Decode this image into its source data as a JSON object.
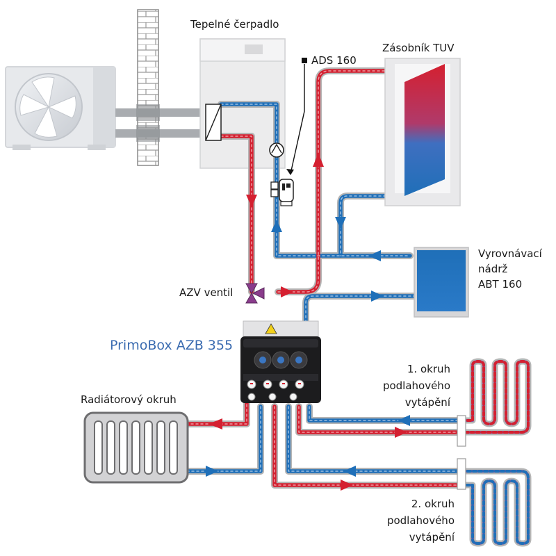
{
  "labels": {
    "heat_pump": "Tepelné čerpadlo",
    "ads": "ADS 160",
    "tank": "Zásobník TUV",
    "buffer_line1": "Vyrovnávací",
    "buffer_line2": "nádrž",
    "buffer_line3": "ABT 160",
    "azv": "AZV ventil",
    "primobox": "PrimoBox AZB 355",
    "radiator": "Radiátorový okruh",
    "floor1_line1": "1. okruh",
    "floor1_line2": "podlahového",
    "floor1_line3": "vytápění",
    "floor2_line1": "2. okruh",
    "floor2_line2": "podlahového",
    "floor2_line3": "vytápění"
  },
  "colors": {
    "supply": "#d42030",
    "return": "#1f6fb8",
    "pipe_outline": "#b5b5b5",
    "title": "#3a6bb0"
  }
}
